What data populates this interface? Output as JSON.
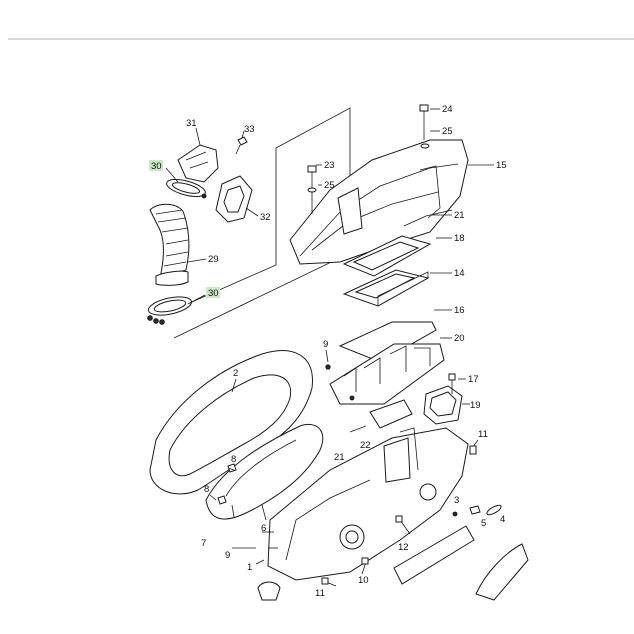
{
  "callouts": [
    {
      "id": "c31",
      "label": "31",
      "highlight": false
    },
    {
      "id": "c33",
      "label": "33",
      "highlight": false
    },
    {
      "id": "c30a",
      "label": "30",
      "highlight": true
    },
    {
      "id": "c32",
      "label": "32",
      "highlight": false
    },
    {
      "id": "c29",
      "label": "29",
      "highlight": false
    },
    {
      "id": "c30b",
      "label": "30",
      "highlight": true
    },
    {
      "id": "c24",
      "label": "24",
      "highlight": false
    },
    {
      "id": "c25a",
      "label": "25",
      "highlight": false
    },
    {
      "id": "c23",
      "label": "23",
      "highlight": false
    },
    {
      "id": "c25b",
      "label": "25",
      "highlight": false
    },
    {
      "id": "c15",
      "label": "15",
      "highlight": false
    },
    {
      "id": "c21a",
      "label": "21",
      "highlight": false
    },
    {
      "id": "c18",
      "label": "18",
      "highlight": false
    },
    {
      "id": "c14",
      "label": "14",
      "highlight": false
    },
    {
      "id": "c16",
      "label": "16",
      "highlight": false
    },
    {
      "id": "c20",
      "label": "20",
      "highlight": false
    },
    {
      "id": "c9a",
      "label": "9",
      "highlight": false
    },
    {
      "id": "c17",
      "label": "17",
      "highlight": false
    },
    {
      "id": "c2",
      "label": "2",
      "highlight": false
    },
    {
      "id": "c19",
      "label": "19",
      "highlight": false
    },
    {
      "id": "c11a",
      "label": "11",
      "highlight": false
    },
    {
      "id": "c22",
      "label": "22",
      "highlight": false
    },
    {
      "id": "c21b",
      "label": "21",
      "highlight": false
    },
    {
      "id": "c8a",
      "label": "8",
      "highlight": false
    },
    {
      "id": "c8b",
      "label": "8",
      "highlight": false
    },
    {
      "id": "c3",
      "label": "3",
      "highlight": false
    },
    {
      "id": "c5",
      "label": "5",
      "highlight": false
    },
    {
      "id": "c4",
      "label": "4",
      "highlight": false
    },
    {
      "id": "c6",
      "label": "6",
      "highlight": false
    },
    {
      "id": "c7",
      "label": "7",
      "highlight": false
    },
    {
      "id": "c12",
      "label": "12",
      "highlight": false
    },
    {
      "id": "c9b",
      "label": "9",
      "highlight": false
    },
    {
      "id": "c1",
      "label": "1",
      "highlight": false
    },
    {
      "id": "c10",
      "label": "10",
      "highlight": false
    },
    {
      "id": "c11b",
      "label": "11",
      "highlight": false
    }
  ],
  "colors": {
    "highlight": "#c9ebc2",
    "line": "#1a1a1a",
    "divider": "#d9d9d9"
  }
}
